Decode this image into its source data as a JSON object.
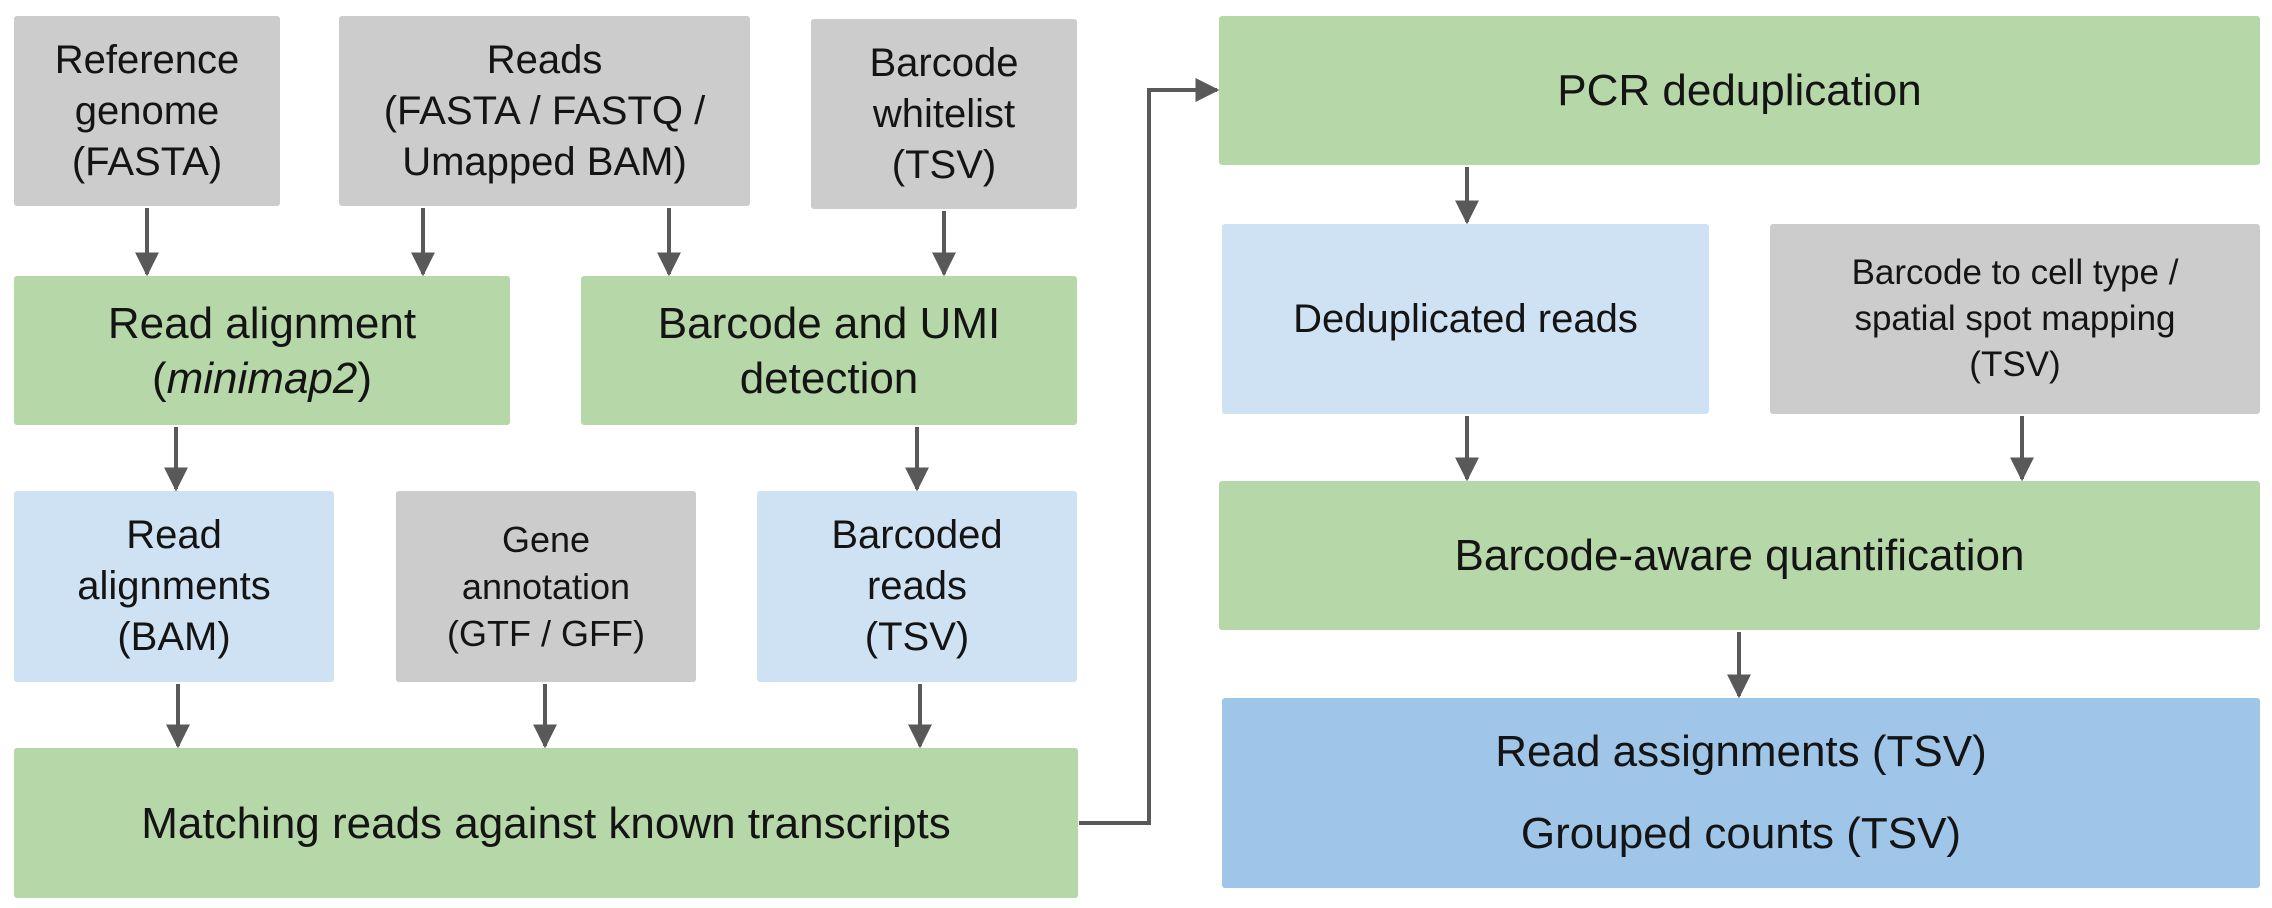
{
  "inputs": {
    "reference_genome": [
      "Reference",
      "genome",
      "(FASTA)"
    ],
    "reads": [
      "Reads",
      "(FASTA / FASTQ /",
      "Umapped BAM)"
    ],
    "barcode_whitelist": [
      "Barcode",
      "whitelist",
      "(TSV)"
    ],
    "gene_annotation": [
      "Gene",
      "annotation",
      "(GTF / GFF)"
    ],
    "barcode_mapping": [
      "Barcode to cell type /",
      "spatial spot mapping",
      "(TSV)"
    ]
  },
  "steps": {
    "read_alignment": {
      "line1": "Read alignment",
      "line2_open": "(",
      "line2_tool": "minimap2",
      "line2_close": ")"
    },
    "barcode_umi_detection": [
      "Barcode and UMI",
      "detection"
    ],
    "matching_reads": "Matching reads against known transcripts",
    "pcr_dedup": "PCR deduplication",
    "quantification": "Barcode-aware quantification"
  },
  "intermediates": {
    "read_alignments": [
      "Read",
      "alignments",
      "(BAM)"
    ],
    "barcoded_reads": [
      "Barcoded",
      "reads",
      "(TSV)"
    ],
    "deduplicated_reads": "Deduplicated reads"
  },
  "outputs": {
    "read_assignments": "Read assignments (TSV)",
    "grouped_counts": "Grouped counts (TSV)"
  },
  "colors": {
    "input_gray": "#cccccc",
    "process_green": "#b6d7a8",
    "intermediate_light_blue": "#cfe2f3",
    "output_blue": "#9fc5e8",
    "arrow": "#595959"
  }
}
